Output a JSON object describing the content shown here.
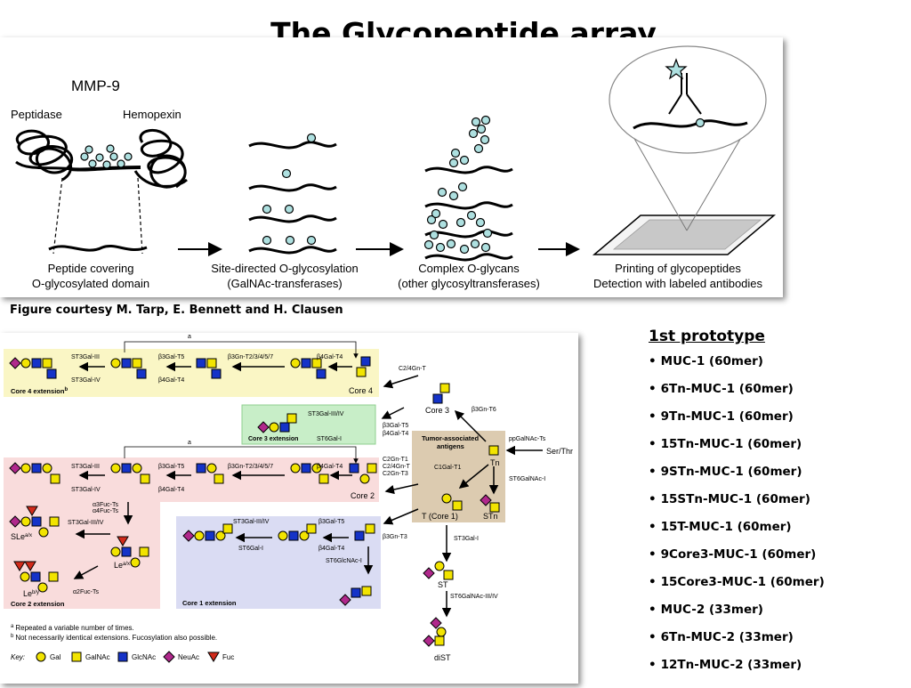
{
  "slide": {
    "title": "The Glycopeptide array",
    "credit": "Figure courtesy M. Tarp, E. Bennett and H. Clausen"
  },
  "top_figure": {
    "protein": "MMP-9",
    "domain_left": "Peptidase",
    "domain_right": "Hemopexin",
    "steps": [
      {
        "line1": "Peptide covering",
        "line2": "O-glycosylated domain"
      },
      {
        "line1": "Site-directed O-glycosylation",
        "line2": "(GalNAc-transferases)"
      },
      {
        "line1": "Complex O-glycans",
        "line2": "(other glycosyltransferases)"
      },
      {
        "line1": "Printing of glycopeptides",
        "line2": "Detection with labeled antibodies"
      }
    ]
  },
  "bottom_figure": {
    "structures": {
      "core4": "Core 4",
      "core3": "Core 3",
      "core2": "Core 2",
      "core1": "T (Core 1)",
      "tn": "Tn",
      "stn": "STn",
      "st": "ST",
      "dist": "diST",
      "slea": "SLe",
      "slea_sup": "a/x",
      "lea": "Le",
      "lea_sup": "a/x",
      "leb": "Le",
      "leb_sup": "b/y"
    },
    "regions": {
      "core4_ext": "Core 4 extension",
      "core4_ext_sup": "b",
      "core3_ext": "Core 3 extension",
      "core2_ext": "Core 2 extension",
      "core1_ext": "Core 1 extension",
      "tumor_line1": "Tumor-associated",
      "tumor_line2": "antigens"
    },
    "enzymes": {
      "st3gal_iii": "ST3Gal-III",
      "st3gal_iv": "ST3Gal-IV",
      "b3gal_t5": "β3Gal-T5",
      "b4gal_t4": "β4Gal-T4",
      "b3gn_t2457": "β3Gn-T2/3/4/5/7",
      "c24gn_t": "C2/4Gn-T",
      "st3gal_iii_iv": "ST3Gal-III/IV",
      "st6gal_i": "ST6Gal-I",
      "b3gn_t6": "β3Gn-T6",
      "ppgalnac": "ppGalNAc-Ts",
      "ser_thr": "Ser/Thr",
      "c1gal_t1": "C1Gal-T1",
      "st6galnac_i": "ST6GalNAc-I",
      "c2gn_t1": "C2Gn-T1",
      "c24gn_t_b": "C2/4Gn-T",
      "c2gn_t3": "C2Gn-T3",
      "a3fuc": "α3Fuc-Ts",
      "a4fuc": "α4Fuc-Ts",
      "st3gal_i": "ST3Gal-I",
      "b3gn_t3": "β3Gn-T3",
      "st6glcnac_i": "ST6GlcNAc-I",
      "a2fuc": "α2Fuc-Ts",
      "st6galnac_iii_iv": "ST6GalNAc-III/IV",
      "a_mark": "a"
    },
    "footnotes": {
      "a_sup": "a",
      "a_text": "Repeated a variable number of times.",
      "b_sup": "b",
      "b_text": "Not necessarily identical extensions. Fucosylation also possible."
    },
    "key": {
      "label": "Key:",
      "gal": "Gal",
      "galnac": "GalNAc",
      "glcnac": "GlcNAc",
      "neuac": "NeuAc",
      "fuc": "Fuc"
    },
    "colors": {
      "gal": "#f2e400",
      "galnac": "#f2e400",
      "glcnac": "#1533c8",
      "neuac": "#b0288c",
      "fuc": "#d12a1a",
      "core4_bg": "#faf6c5",
      "core3_bg": "#c8eec8",
      "core2_bg": "#f9dcdc",
      "core1_bg": "#dadcf3",
      "tumor_bg": "#dccbb0"
    }
  },
  "prototype": {
    "heading": "1st prototype",
    "items": [
      "MUC-1 (60mer)",
      "6Tn-MUC-1 (60mer)",
      "9Tn-MUC-1 (60mer)",
      "15Tn-MUC-1 (60mer)",
      "9STn-MUC-1 (60mer)",
      "15STn-MUC-1 (60mer)",
      "15T-MUC-1 (60mer)",
      "9Core3-MUC-1 (60mer)",
      "15Core3-MUC-1 (60mer)",
      "MUC-2 (33mer)",
      "6Tn-MUC-2 (33mer)",
      "12Tn-MUC-2 (33mer)"
    ]
  }
}
